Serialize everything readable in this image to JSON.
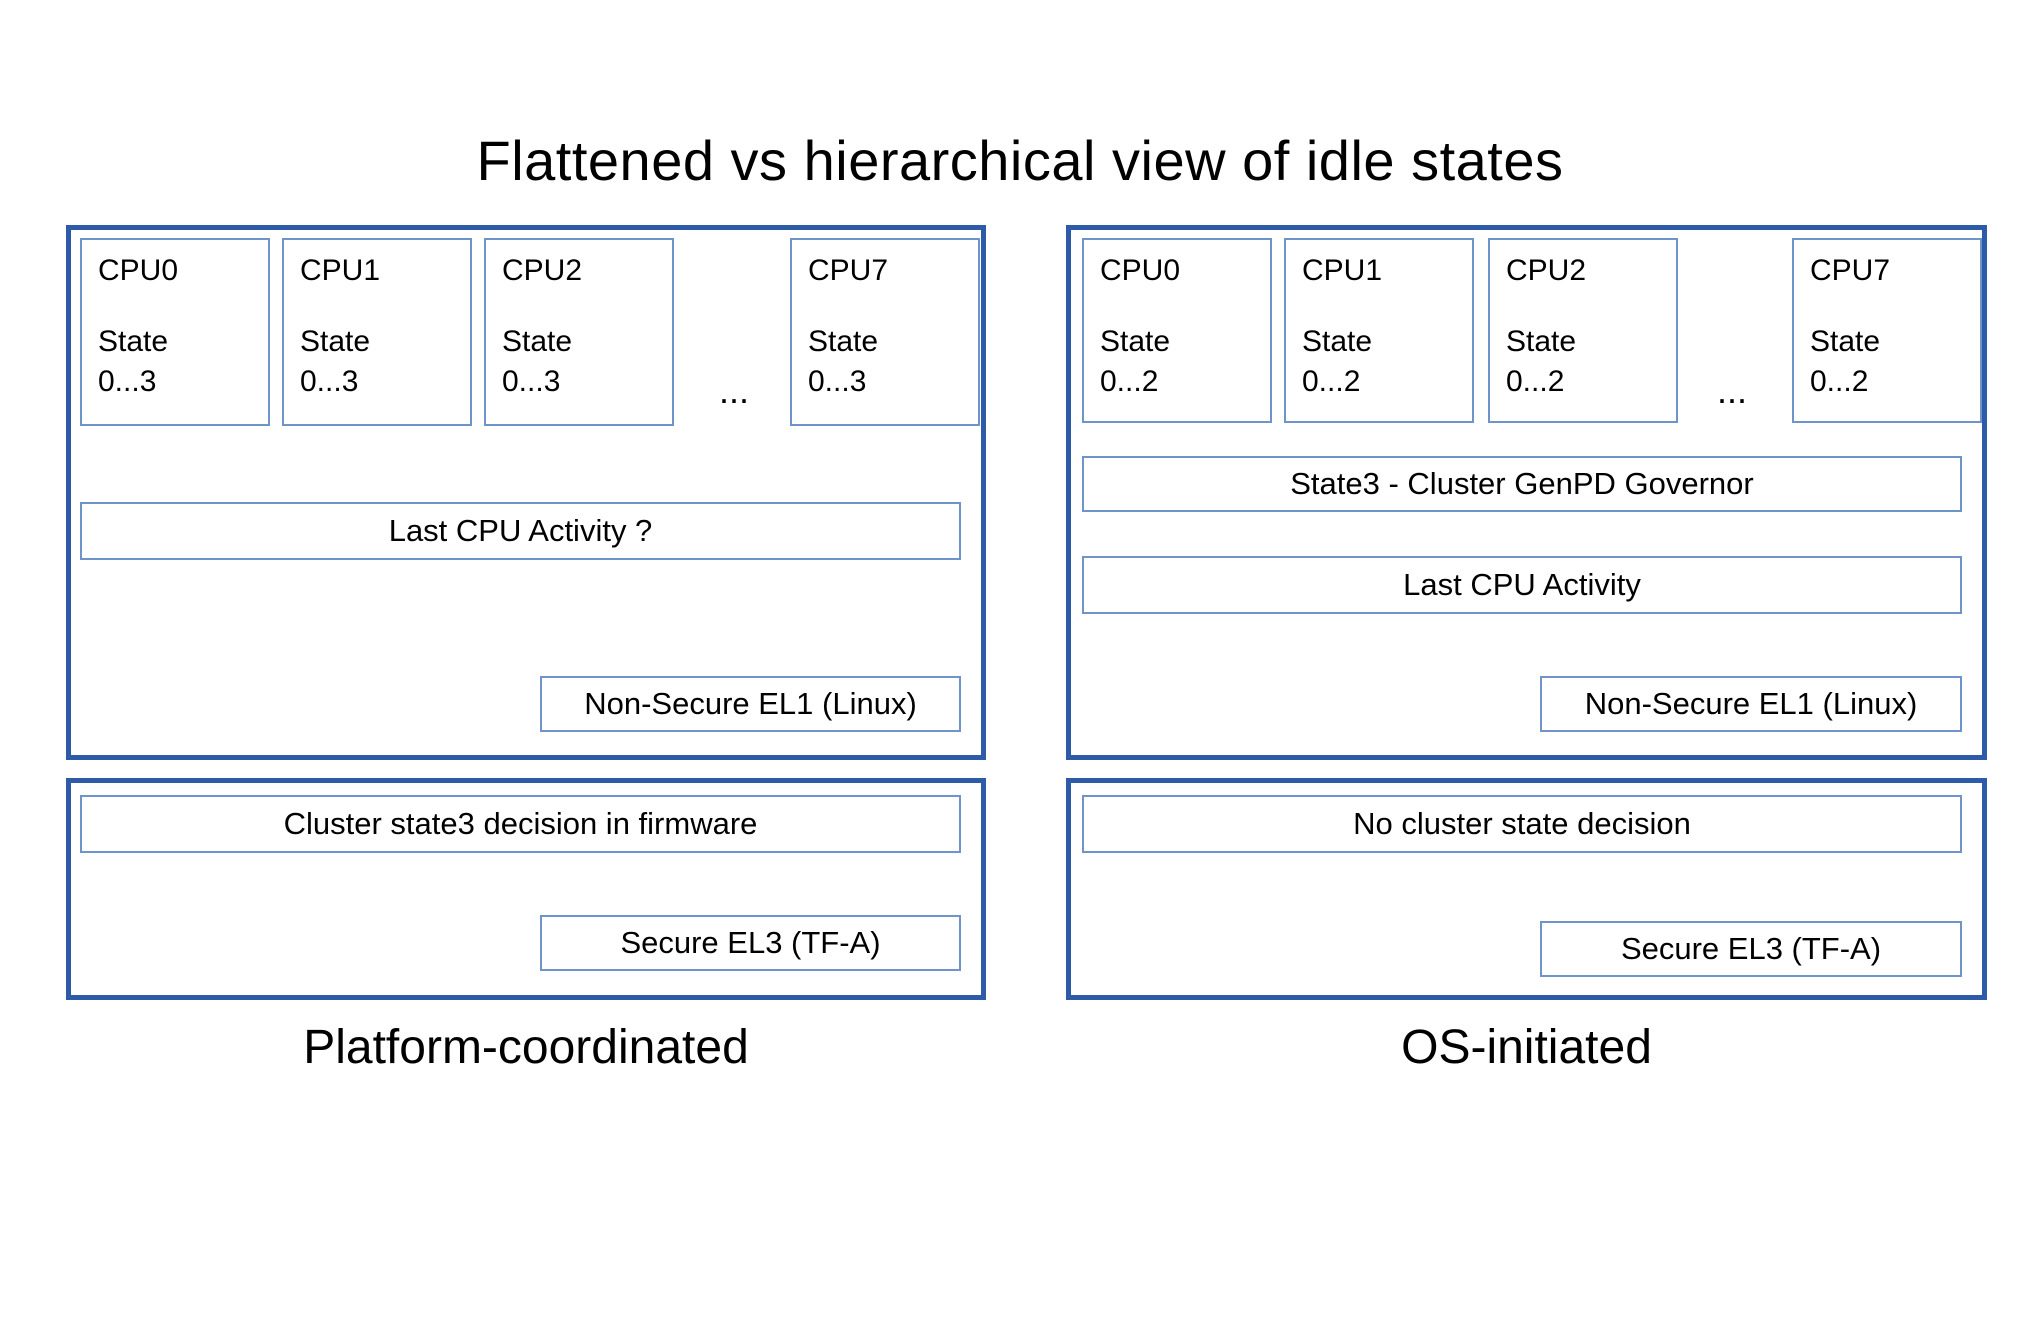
{
  "title": "Flattened vs hierarchical view of idle states",
  "colors": {
    "outer-border": "#2d5ba7",
    "inner-border": "#6f94c9",
    "text": "#000000",
    "background": "#ffffff"
  },
  "left_panel": {
    "caption": "Platform-coordinated",
    "cpus": [
      {
        "name": "CPU0",
        "state": "State\n0...3"
      },
      {
        "name": "CPU1",
        "state": "State\n0...3"
      },
      {
        "name": "CPU2",
        "state": "State\n0...3"
      },
      {
        "name": "CPU7",
        "state": "State\n0...3"
      }
    ],
    "ellipsis": "...",
    "last_cpu_activity": "Last CPU Activity ?",
    "el1": "Non-Secure EL1 (Linux)",
    "cluster_decision": "Cluster state3 decision in firmware",
    "el3": "Secure EL3 (TF-A)"
  },
  "right_panel": {
    "caption": "OS-initiated",
    "cpus": [
      {
        "name": "CPU0",
        "state": "State\n0...2"
      },
      {
        "name": "CPU1",
        "state": "State\n0...2"
      },
      {
        "name": "CPU2",
        "state": "State\n0...2"
      },
      {
        "name": "CPU7",
        "state": "State\n0...2"
      }
    ],
    "ellipsis": "...",
    "genpd_governor": "State3 - Cluster GenPD Governor",
    "last_cpu_activity": "Last CPU Activity",
    "el1": "Non-Secure EL1 (Linux)",
    "cluster_decision": "No cluster state decision",
    "el3": "Secure EL3 (TF-A)"
  }
}
